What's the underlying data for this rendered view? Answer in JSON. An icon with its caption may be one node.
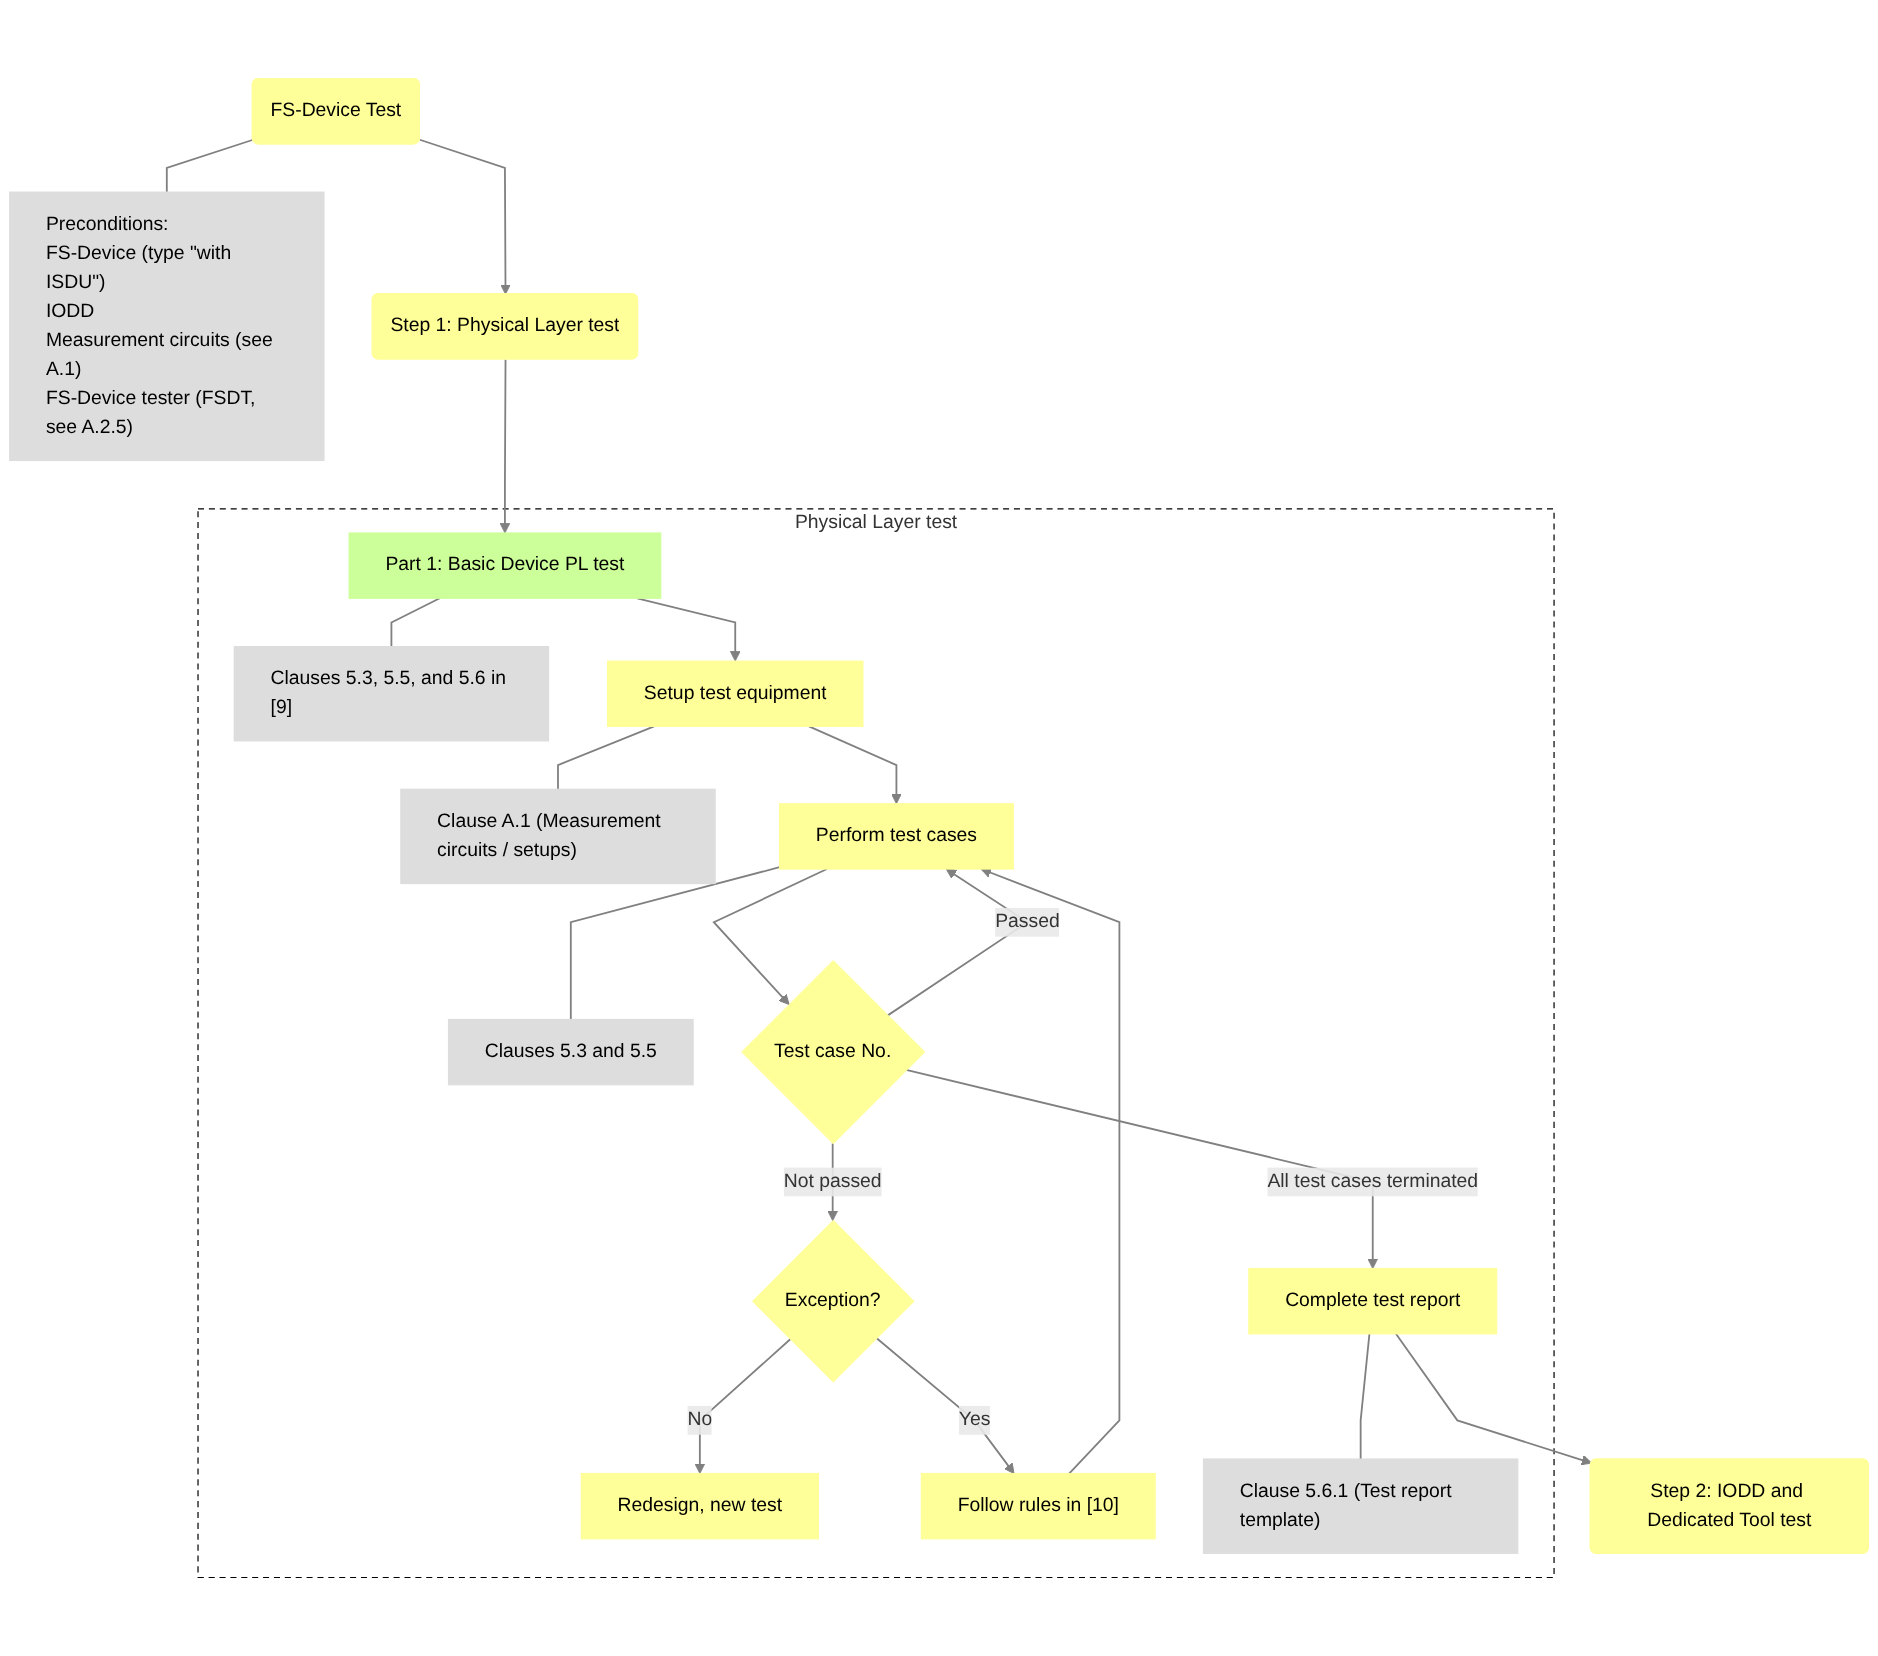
{
  "diagram": {
    "nodes": [
      {
        "text": [
          "FS-Device Test"
        ]
      },
      {
        "text": [
          "Preconditions:",
          "FS-Device (type \"with ISDU\")",
          "IODD",
          "Measurement circuits (see A.1)",
          "FS-Device tester (FSDT, see A.2.5)"
        ]
      },
      {
        "text": [
          "Step 1: Physical Layer test"
        ]
      },
      {
        "text": [
          "Physical Layer test"
        ]
      },
      {
        "text": [
          "Part 1: Basic Device PL test"
        ],
        "in": 3
      },
      {
        "text": [
          "Clauses 5.3, 5.5, and 5.6 in [9]"
        ],
        "in": 3
      },
      {
        "text": [
          "Setup test equipment"
        ],
        "in": 3
      },
      {
        "text": [
          "Clause A.1 (Measurement circuits / setups)"
        ],
        "in": 3
      },
      {
        "text": [
          "Perform test cases"
        ],
        "in": 3
      },
      {
        "text": [
          "Clauses 5.3 and 5.5"
        ],
        "in": 3
      },
      {
        "text": [
          "Test case No."
        ],
        "in": 3
      },
      {
        "text": [
          "Exception?"
        ],
        "in": 3
      },
      {
        "text": [
          "Redesign, new test"
        ],
        "in": 3
      },
      {
        "text": [
          "Follow rules in [10]"
        ],
        "in": 3
      },
      {
        "text": [
          "Complete test report"
        ],
        "in": 3
      },
      {
        "text": [
          "Clause 5.6.1 (Test report template)"
        ],
        "in": 3
      },
      {
        "text": [
          "Step 2: IODD and Dedicated Tool test"
        ]
      }
    ],
    "edges": [
      {
        "from": 0,
        "to": 2,
        "arrow": "to"
      },
      {
        "from": 0,
        "to": 1,
        "arrow": "none"
      },
      {
        "from": 2,
        "to": 4,
        "arrow": "to"
      },
      {
        "from": 4,
        "to": 5,
        "arrow": "none"
      },
      {
        "from": 4,
        "to": 6,
        "arrow": "to"
      },
      {
        "from": 6,
        "to": 7,
        "arrow": "none"
      },
      {
        "from": 6,
        "to": 8,
        "arrow": "to"
      },
      {
        "from": 8,
        "to": 9,
        "arrow": "none"
      },
      {
        "from": 8,
        "to": 10,
        "arrow": "to"
      },
      {
        "from": 10,
        "to": 8,
        "arrow": "to",
        "label": "Passed"
      },
      {
        "from": 10,
        "to": 11,
        "arrow": "to",
        "label": "Not passed"
      },
      {
        "from": 11,
        "to": 12,
        "arrow": "to",
        "label": "No"
      },
      {
        "from": 11,
        "to": 13,
        "arrow": "to",
        "label": "Yes"
      },
      {
        "from": 13,
        "to": 8,
        "arrow": "to"
      },
      {
        "from": 10,
        "to": 14,
        "arrow": "to",
        "label": "All test cases terminated"
      },
      {
        "from": 14,
        "to": 15,
        "arrow": "none"
      },
      {
        "from": 14,
        "to": 16,
        "arrow": "to"
      }
    ]
  }
}
